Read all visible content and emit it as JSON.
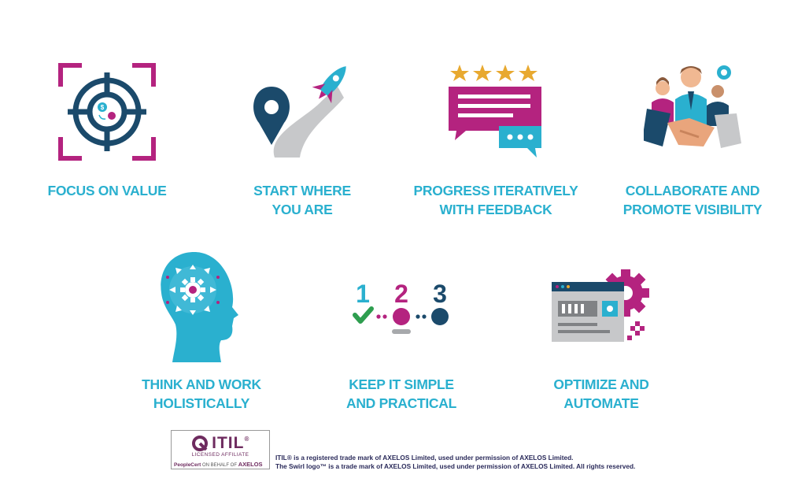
{
  "colors": {
    "label": "#2ab0cf",
    "navy": "#1b4a6b",
    "magenta": "#b4237f",
    "teal": "#2ab0cf",
    "grey": "#c7c8ca"
  },
  "principles": [
    {
      "icon": "target-icon",
      "line1": "FOCUS ON VALUE",
      "line2": ""
    },
    {
      "icon": "map-pin-rocket-icon",
      "line1": "START WHERE",
      "line2": "YOU ARE"
    },
    {
      "icon": "feedback-stars-icon",
      "line1": "PROGRESS ITERATIVELY",
      "line2": "WITH FEEDBACK"
    },
    {
      "icon": "handshake-team-icon",
      "line1": "COLLABORATE AND",
      "line2": "PROMOTE VISIBILITY"
    },
    {
      "icon": "head-gear-icon",
      "line1": "THINK AND WORK",
      "line2": "HOLISTICALLY"
    },
    {
      "icon": "steps-123-icon",
      "line1": "KEEP IT SIMPLE",
      "line2": "AND PRACTICAL"
    },
    {
      "icon": "automation-gear-icon",
      "line1": "OPTIMIZE AND",
      "line2": "AUTOMATE"
    }
  ],
  "steps": [
    "1",
    "2",
    "3"
  ],
  "badge": {
    "logo": "ITIL",
    "reg": "®",
    "affiliate": "LICENSED AFFILIATE",
    "peoplecert": "PeopleCert",
    "behalf": "ON BEHALF OF",
    "axelos": "AXELOS"
  },
  "trademark": {
    "line1": "ITIL® is a registered trade mark of AXELOS Limited, used under permission of AXELOS Limited.",
    "line2": "The Swirl logo™ is a trade mark of AXELOS Limited, used under permission of AXELOS Limited. All rights reserved."
  }
}
